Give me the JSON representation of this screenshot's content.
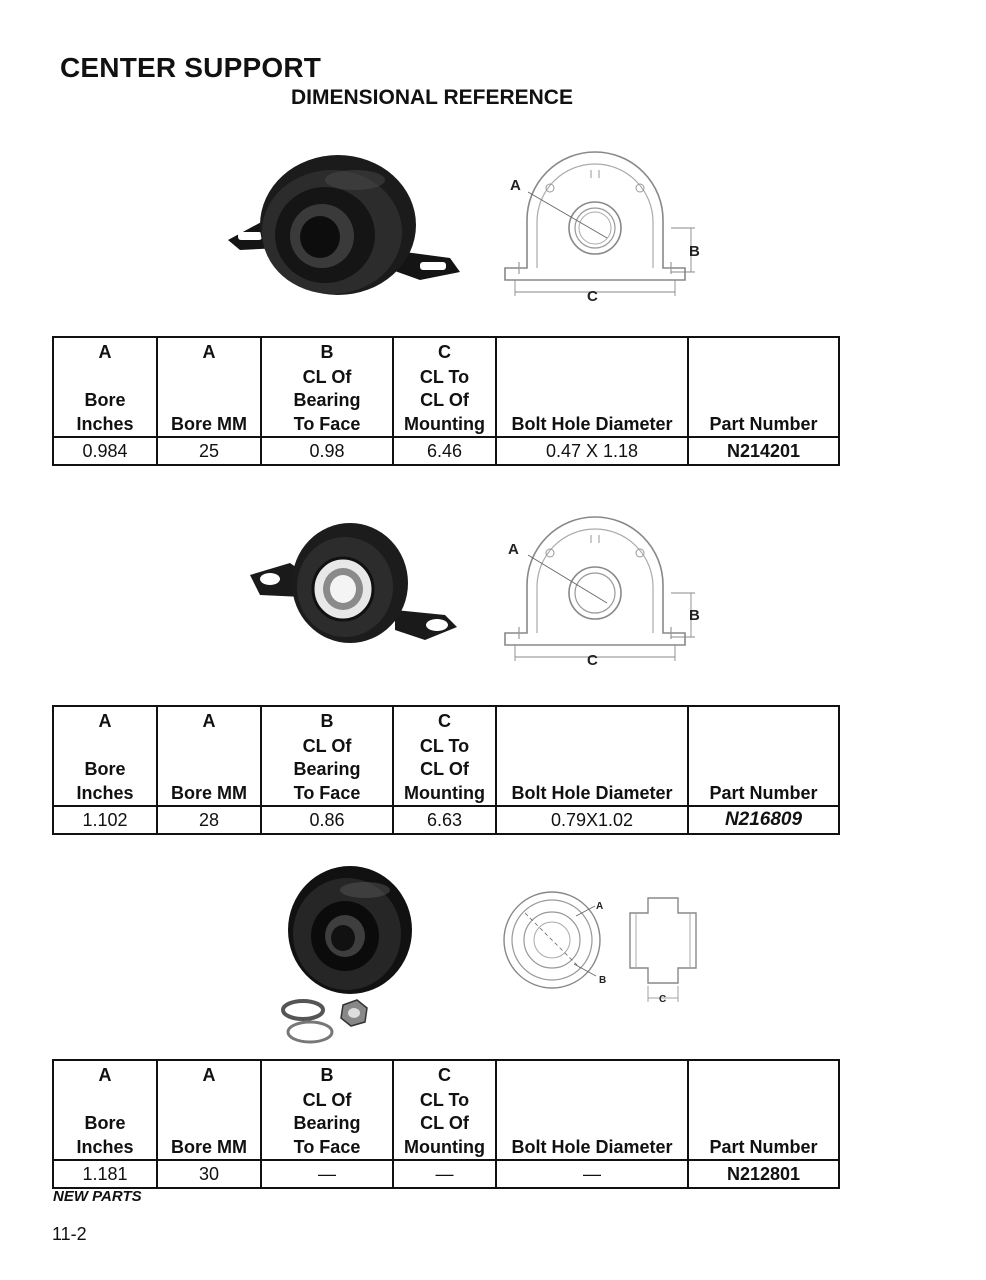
{
  "header": {
    "title": "CENTER SUPPORT",
    "subtitle": "DIMENSIONAL REFERENCE"
  },
  "columns": {
    "col1_letter": "A",
    "col1_label_1": "Bore",
    "col1_label_2": "Inches",
    "col2_letter": "A",
    "col2_label": "Bore MM",
    "col3_letter": "B",
    "col3_label_1": "CL Of",
    "col3_label_2": "Bearing",
    "col3_label_3": "To Face",
    "col4_letter": "C",
    "col4_label_1": "CL To",
    "col4_label_2": "CL Of",
    "col4_label_3": "Mounting",
    "col5_label": "Bolt Hole Diameter",
    "col6_label": "Part Number"
  },
  "diagram_labels": {
    "a": "A",
    "b": "B",
    "c": "C"
  },
  "parts": [
    {
      "bore_inches": "0.984",
      "bore_mm": "25",
      "cl_bearing_to_face": "0.98",
      "cl_to_cl_mounting": "6.46",
      "bolt_hole_diameter": "0.47 X 1.18",
      "part_number": "N214201"
    },
    {
      "bore_inches": "1.102",
      "bore_mm": "28",
      "cl_bearing_to_face": "0.86",
      "cl_to_cl_mounting": "6.63",
      "bolt_hole_diameter": "0.79X1.02",
      "part_number": "N216809"
    },
    {
      "bore_inches": "1.181",
      "bore_mm": "30",
      "cl_bearing_to_face": "—",
      "cl_to_cl_mounting": "—",
      "bolt_hole_diameter": "—",
      "part_number": "N212801"
    }
  ],
  "footer": {
    "note": "NEW PARTS",
    "page_number": "11-2"
  }
}
